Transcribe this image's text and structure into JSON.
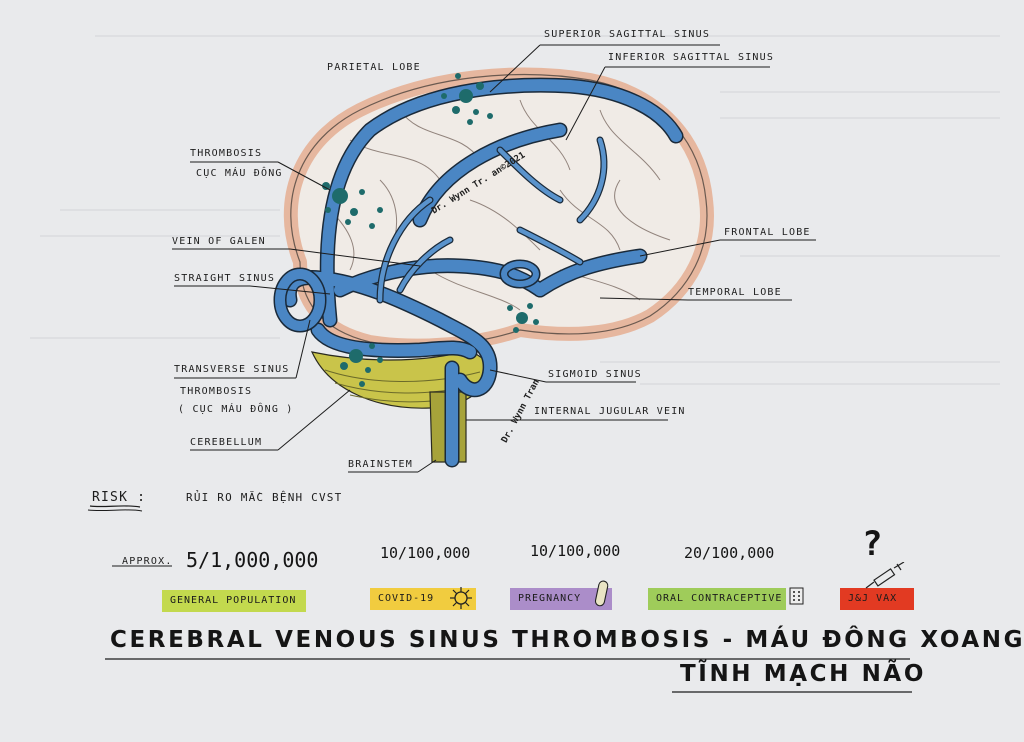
{
  "labels": {
    "superior_sagittal_sinus": "Superior Sagittal Sinus",
    "inferior_sagittal_sinus": "Inferior Sagittal Sinus",
    "parietal_lobe": "Parietal Lobe",
    "thrombosis": "Thrombosis",
    "cuc_mau_dong": "Cục Máu Đông",
    "vein_of_galen": "Vein of Galen",
    "straight_sinus": "Straight Sinus",
    "frontal_lobe": "Frontal Lobe",
    "temporal_lobe": "Temporal Lobe",
    "transverse_sinus": "Transverse Sinus",
    "thrombosis_2": "Thrombosis",
    "cuc_mau_dong_2": "( Cục Máu Đông )",
    "sigmoid_sinus": "Sigmoid Sinus",
    "internal_jugular_vein": "Internal Jugular Vein",
    "cerebellum": "Cerebellum",
    "brainstem": "Brainstem"
  },
  "signatures": {
    "upper": "Dr. Wynn Tr. an©2021",
    "lower": "Dr. Wynn Tran"
  },
  "risk": {
    "heading": "Risk :",
    "text": "Rủi ro mắc bệnh CVST"
  },
  "stats": {
    "approx_label": "Approx.",
    "items": [
      {
        "value": "5/1,000,000",
        "badge": "General Population"
      },
      {
        "value": "10/100,000",
        "badge": "Covid-19"
      },
      {
        "value": "10/100,000",
        "badge": "Pregnancy"
      },
      {
        "value": "20/100,000",
        "badge": "Oral Contraceptive"
      },
      {
        "value": "?",
        "badge": "J&J Vax"
      }
    ]
  },
  "title": {
    "line1": "Cerebral Venous Sinus Thrombosis - Máu Đông Xoang",
    "line2": "Tĩnh Mạch Não"
  },
  "colors": {
    "paper": "#e9eaec",
    "vein_blue": "#4a86c4",
    "vein_edge": "#1a2a3a",
    "brain_pink": "#ecc9b4",
    "cerebellum_yellow": "#c9c44a",
    "brainstem_olive": "#a7a33a",
    "clot_teal": "#1e6b6b",
    "badge_general": "#c3d94e",
    "badge_covid": "#f1cc3f",
    "badge_pregnancy": "#ab8dc9",
    "badge_oral": "#9fcc5a",
    "badge_jj": "#e23a22"
  },
  "icons": [
    "virus-icon",
    "pill-icon",
    "pill-pack-icon",
    "syringe-icon",
    "question-mark-icon"
  ]
}
